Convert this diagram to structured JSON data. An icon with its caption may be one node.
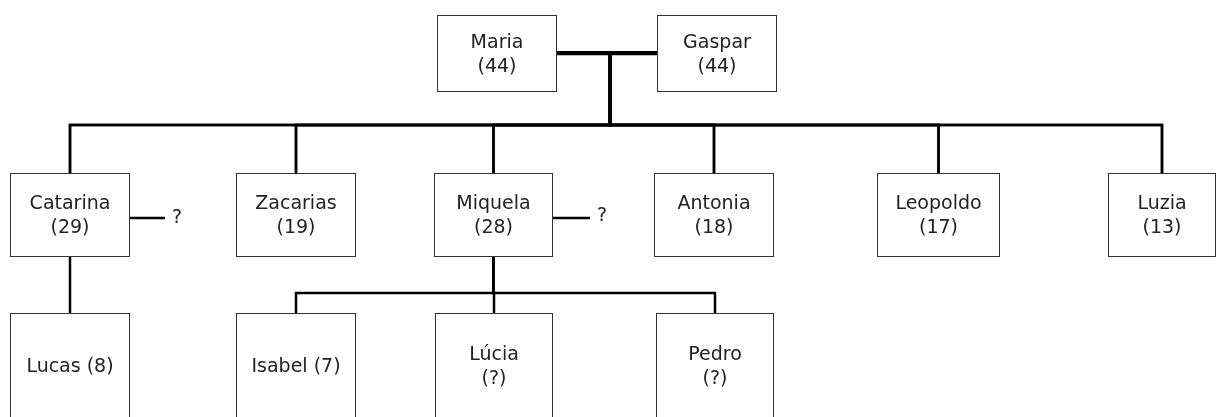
{
  "diagram": {
    "nodes": [
      {
        "text": [
          "Maria",
          "(44)"
        ]
      },
      {
        "text": [
          "Gaspar",
          "(44)"
        ]
      },
      {
        "text": [
          "Catarina",
          "(29)"
        ]
      },
      {
        "text": [
          "?"
        ]
      },
      {
        "text": [
          "Zacarias",
          "(19)"
        ]
      },
      {
        "text": [
          "Miquela",
          "(28)"
        ]
      },
      {
        "text": [
          "?"
        ]
      },
      {
        "text": [
          "Antonia",
          "(18)"
        ]
      },
      {
        "text": [
          "Leopoldo",
          "(17)"
        ]
      },
      {
        "text": [
          "Luzia",
          "(13)"
        ]
      },
      {
        "text": [
          "Lucas (8)"
        ]
      },
      {
        "text": [
          "Isabel (7)"
        ]
      },
      {
        "text": [
          "Lúcia",
          "(?)"
        ]
      },
      {
        "text": [
          "Pedro",
          "(?)"
        ]
      }
    ],
    "edges": [
      {
        "from": 0,
        "to": 1,
        "arrow": "none"
      },
      {
        "from": 0,
        "to": 2,
        "arrow": "none"
      },
      {
        "from": 1,
        "to": 2,
        "arrow": "none"
      },
      {
        "from": 0,
        "to": 4,
        "arrow": "none"
      },
      {
        "from": 1,
        "to": 4,
        "arrow": "none"
      },
      {
        "from": 0,
        "to": 5,
        "arrow": "none"
      },
      {
        "from": 1,
        "to": 5,
        "arrow": "none"
      },
      {
        "from": 0,
        "to": 7,
        "arrow": "none"
      },
      {
        "from": 1,
        "to": 7,
        "arrow": "none"
      },
      {
        "from": 0,
        "to": 8,
        "arrow": "none"
      },
      {
        "from": 1,
        "to": 8,
        "arrow": "none"
      },
      {
        "from": 0,
        "to": 9,
        "arrow": "none"
      },
      {
        "from": 1,
        "to": 9,
        "arrow": "none"
      },
      {
        "from": 2,
        "to": 3,
        "arrow": "none"
      },
      {
        "from": 5,
        "to": 6,
        "arrow": "none"
      },
      {
        "from": 2,
        "to": 10,
        "arrow": "none"
      },
      {
        "from": 5,
        "to": 11,
        "arrow": "none"
      },
      {
        "from": 5,
        "to": 12,
        "arrow": "none"
      },
      {
        "from": 5,
        "to": 13,
        "arrow": "none"
      }
    ]
  }
}
